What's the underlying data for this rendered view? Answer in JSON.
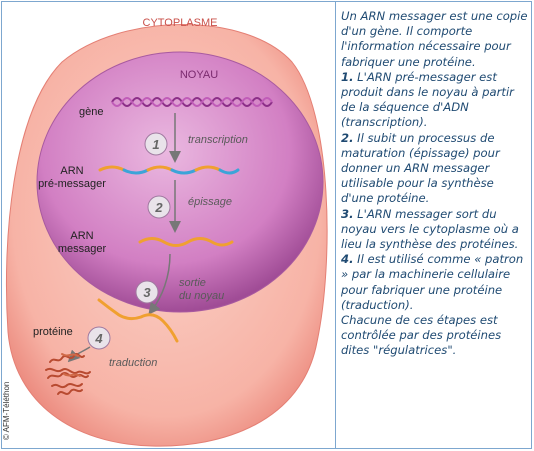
{
  "diagram": {
    "cytoplasm_label": "CYTOPLASME",
    "nucleus_label": "NOYAU",
    "gene_label": "gène",
    "pre_mrna_label_line1": "ARN",
    "pre_mrna_label_line2": "pré-messager",
    "mrna_label_line1": "ARN",
    "mrna_label_line2": "messager",
    "protein_label": "protéine",
    "steps": [
      {
        "number": "1",
        "label": "transcription"
      },
      {
        "number": "2",
        "label": "épissage"
      },
      {
        "number": "3",
        "label_line1": "sortie",
        "label_line2": "du noyau"
      },
      {
        "number": "4",
        "label": "traduction"
      }
    ],
    "copyright": "© AFM-Téléthon",
    "colors": {
      "cytoplasm": "#f4a99e",
      "nucleus": "#c868b4",
      "dna": "#9a3a94",
      "rna_orange": "#f0a030",
      "rna_blue": "#3ca4d8",
      "protein": "#b84a30",
      "text_panel": "#1f4a72",
      "frame": "#7da7cf"
    }
  },
  "text_panel": {
    "intro": "Un ARN messager est une copie d'un gène. Il comporte l'information nécessaire pour fabriquer une protéine.",
    "steps": [
      {
        "number": "1.",
        "text": " L'ARN pré-messager est produit dans le noyau à partir de la séquence d'ADN (transcription)."
      },
      {
        "number": "2.",
        "text": " Il subit un processus de maturation (épissage) pour donner un ARN messager utilisable pour la synthèse d'une protéine."
      },
      {
        "number": "3.",
        "text": " L'ARN messager sort du noyau vers le cytoplasme où a lieu la synthèse des protéines."
      },
      {
        "number": "4.",
        "text": " Il est utilisé comme « patron » par la machinerie cellulaire pour fabriquer une protéine (traduction)."
      }
    ],
    "conclusion": "Chacune de ces étapes est contrôlée par des protéines dites \"régulatrices\"."
  }
}
